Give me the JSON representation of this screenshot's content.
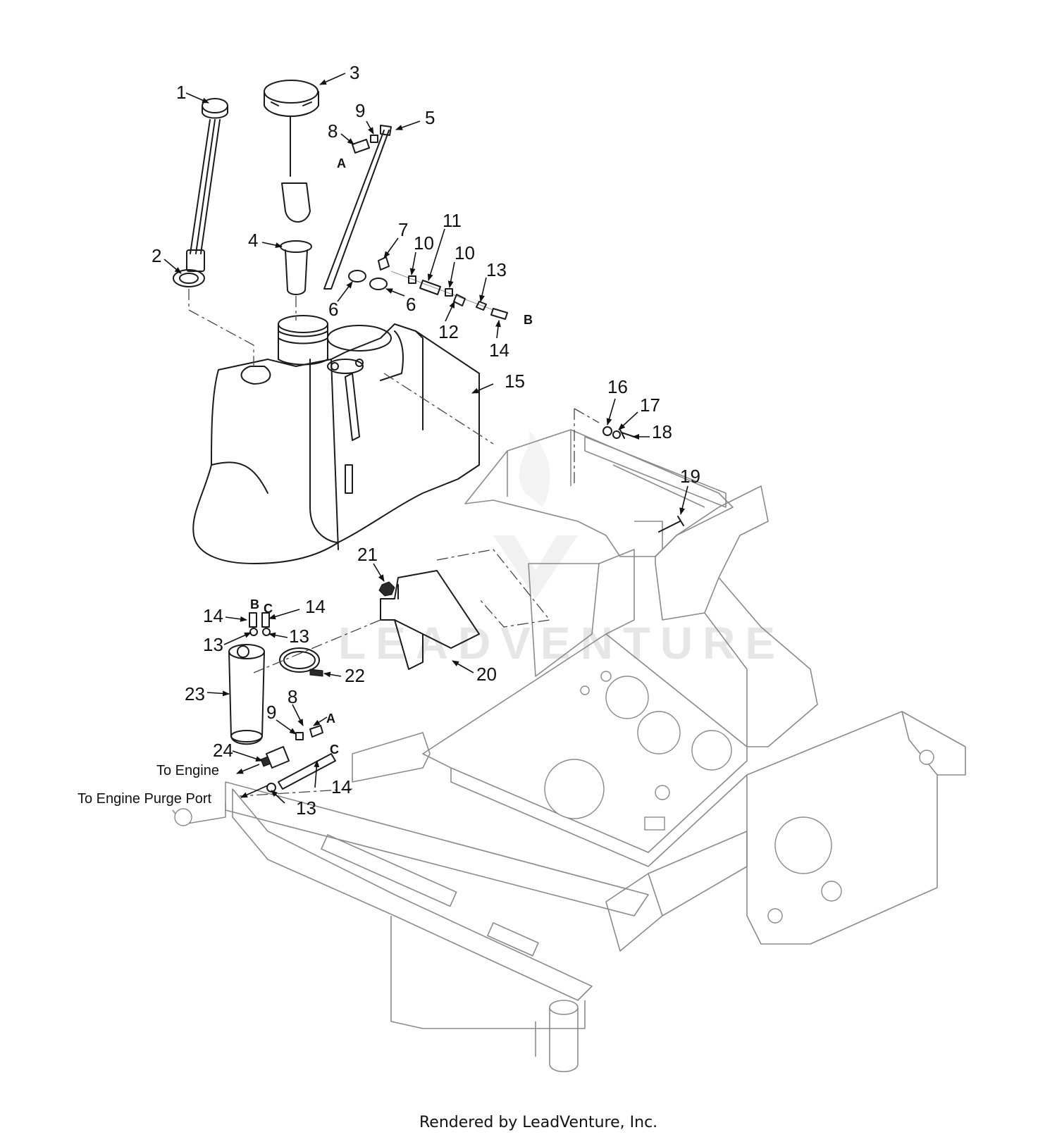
{
  "diagram": {
    "callouts": [
      "1",
      "2",
      "3",
      "4",
      "5",
      "6",
      "6",
      "7",
      "8",
      "9",
      "10",
      "10",
      "11",
      "12",
      "13",
      "14",
      "15",
      "16",
      "17",
      "18",
      "19",
      "20",
      "21",
      "22",
      "23",
      "8",
      "9",
      "14",
      "13",
      "14",
      "13",
      "13",
      "24",
      "14",
      "13"
    ],
    "connection_letters": [
      "A",
      "B",
      "B",
      "C",
      "A",
      "C"
    ],
    "notes": {
      "to_engine": "To Engine",
      "to_engine_purge_port": "To Engine Purge Port"
    },
    "watermark": "LEADVENTURE",
    "footer": "Rendered by LeadVenture, Inc."
  }
}
